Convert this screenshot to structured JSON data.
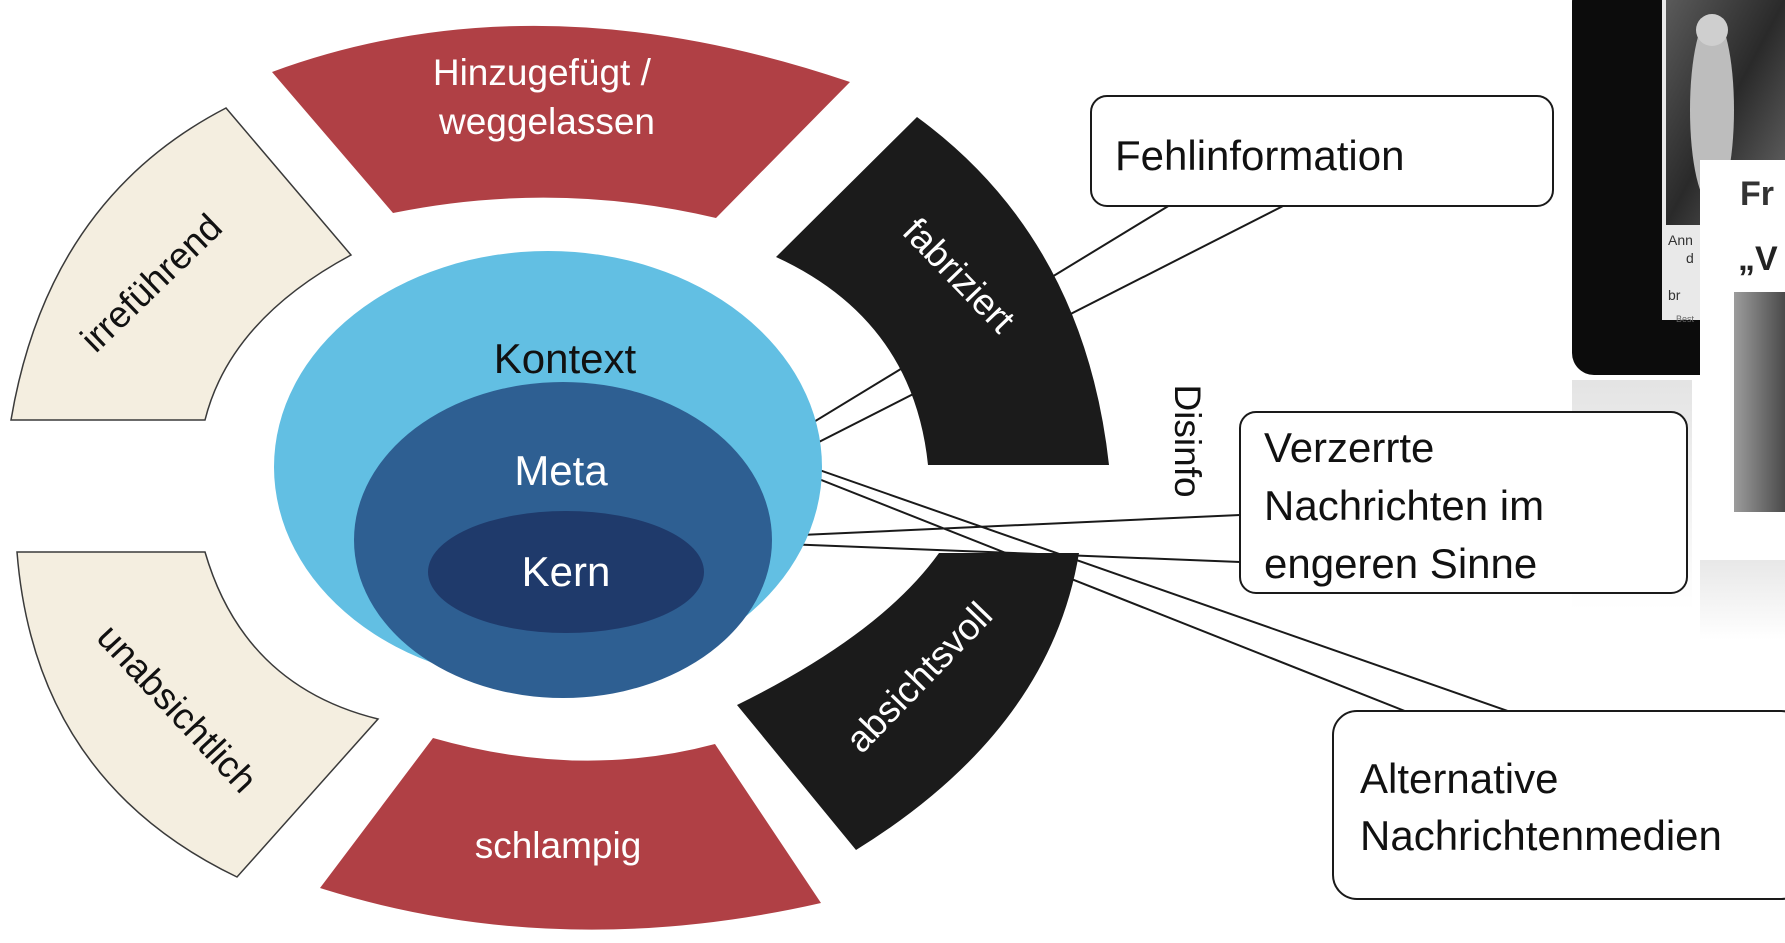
{
  "colors": {
    "red": "#b04045",
    "beige": "#f4eee0",
    "black": "#1b1b1b",
    "light_blue": "#62bfe3",
    "mid_blue": "#2e5f92",
    "dark_blue": "#1f3a6b",
    "line": "#1a1a1a"
  },
  "ring": {
    "top": "Hinzugefügt /\nweggelassen",
    "bottom": "schlampig",
    "upper_left": "irreführend",
    "lower_left": "unabsichtlich",
    "upper_right": "fabriziert",
    "lower_right": "absichtsvoll",
    "side_label": "Disinfo"
  },
  "core": {
    "outer": "Kontext",
    "middle": "Meta",
    "inner": "Kern"
  },
  "callouts": {
    "fehlinformation": "Fehlinformation",
    "verzerrte": "Verzerrte\nNachrichten im\nengeren Sinne",
    "alternative": "Alternative\nNachrichtenmedien"
  },
  "background_panel": {
    "title_fragment": "Fr",
    "quote_fragment": "„V",
    "caption_fragment_1": "Ann",
    "caption_fragment_2": "d",
    "caption_fragment_3": "br",
    "footer_fragment": "Best"
  }
}
